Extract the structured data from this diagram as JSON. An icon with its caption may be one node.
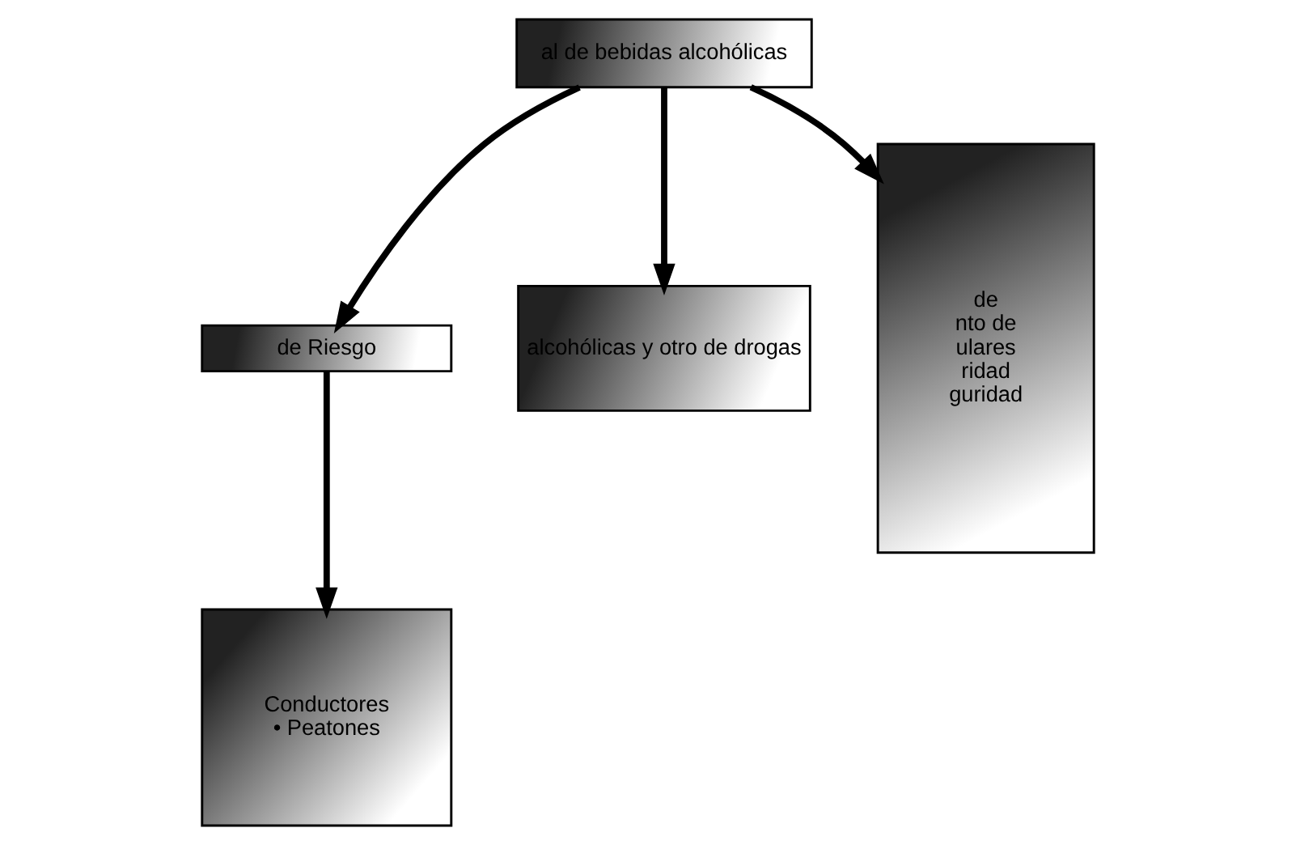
{
  "diagram": {
    "nodes": [
      {
        "text": [
          "al de bebidas alcohólicas"
        ]
      },
      {
        "text": [
          "de Riesgo"
        ]
      },
      {
        "text": [
          "Conductores",
          "• Peatones"
        ]
      },
      {
        "text": [
          "alcohólicas y otro de drogas"
        ]
      },
      {
        "text": [
          "de",
          "nto de",
          "ulares",
          "ridad",
          "guridad"
        ]
      }
    ],
    "edges": [
      {
        "from": 0,
        "to": 1,
        "arrow": "to"
      },
      {
        "from": 1,
        "to": 2,
        "arrow": "to"
      },
      {
        "from": 0,
        "to": 3,
        "arrow": "to"
      },
      {
        "from": 0,
        "to": 4,
        "arrow": "to"
      }
    ]
  }
}
